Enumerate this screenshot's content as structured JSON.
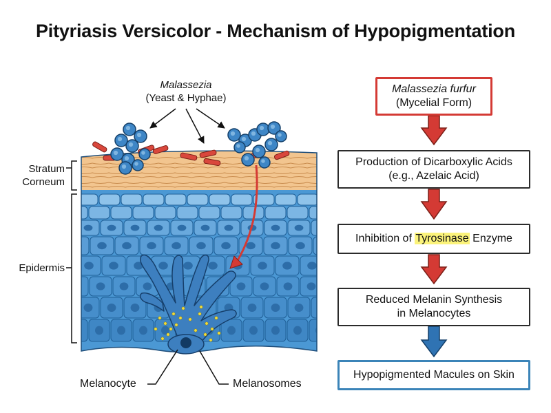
{
  "title": "Pityriasis Versicolor - Mechanism of Hypopigmentation",
  "diagram": {
    "organism_label": {
      "line1": "Malassezia",
      "line2": "(Yeast & Hyphae)"
    },
    "layer_labels": {
      "stratum_corneum": [
        "Stratum",
        "Corneum"
      ],
      "epidermis": "Epidermis"
    },
    "cell_labels": {
      "melanocyte": "Melanocyte",
      "melanosomes": "Melanosomes"
    }
  },
  "flow": {
    "steps": [
      {
        "line1": "Malassezia furfur",
        "line2": "(Mycelial Form)"
      },
      {
        "line1": "Production of Dicarboxylic Acids",
        "line2": "(e.g., Azelaic Acid)"
      },
      {
        "pre": "Inhibition of ",
        "highlight": "Tyrosinase",
        "post": " Enzyme"
      },
      {
        "line1": "Reduced Melanin Synthesis",
        "line2": "in Melanocytes"
      },
      {
        "line1": "Hypopigmented Macules on Skin"
      }
    ]
  },
  "colors": {
    "accent_red": "#d43a34",
    "accent_blue": "#3b84b8",
    "highlight": "#fbf37a",
    "epidermis": "#4b98d4",
    "stratum_corneum": "#f2c58f"
  }
}
